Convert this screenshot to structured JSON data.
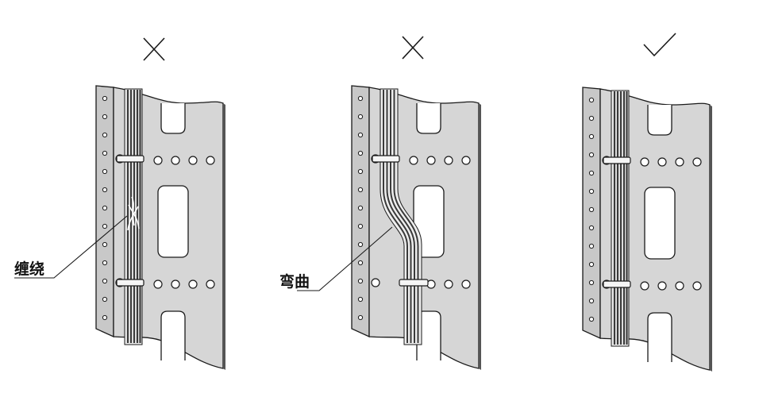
{
  "panels": [
    {
      "id": "tangled",
      "verdict": "×",
      "callout": "缠绕"
    },
    {
      "id": "bent",
      "verdict": "×",
      "callout": "弯曲"
    },
    {
      "id": "correct",
      "verdict": "✓",
      "callout": ""
    }
  ],
  "colors": {
    "panel_fill": "#d6d6d6",
    "panel_stroke": "#1a1a1a",
    "cable_light": "#eeeeee",
    "cable_dark": "#3a3a3a",
    "hole_fill": "#ffffff"
  }
}
